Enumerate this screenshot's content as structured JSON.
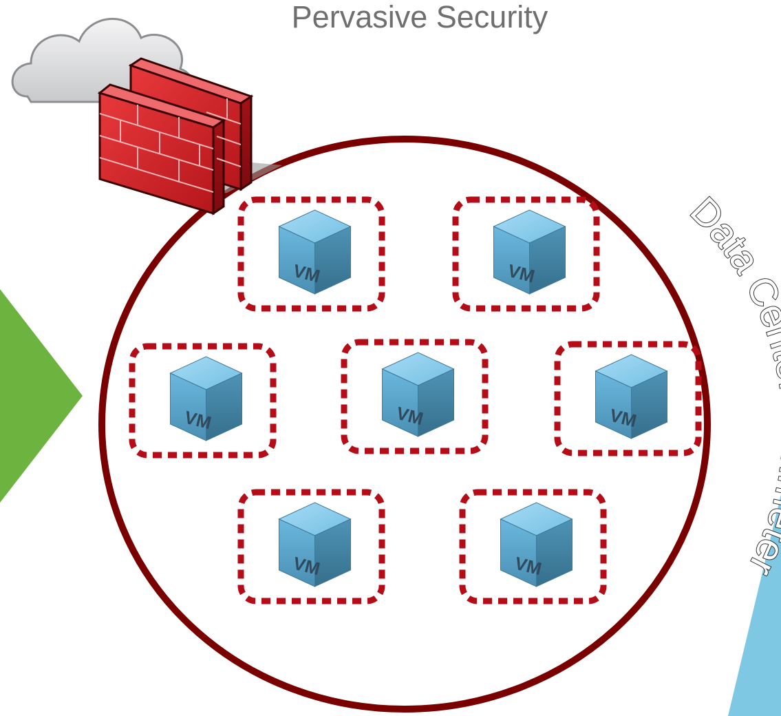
{
  "title": "Pervasive Security",
  "perimeter_label": "Data Center Perimeter",
  "vm_label": "VM",
  "colors": {
    "perimeter": "#7a0000",
    "micro_segment": "#b50d18",
    "green_arrow": "#6db33f",
    "blue_accent": "#7ec8e3",
    "vm_front": "#5aa6cc",
    "vm_side": "#3e7e9e",
    "vm_top": "#8dcdef",
    "firewall": "#d8282c",
    "cloud": "#d9dadc"
  },
  "icons": {
    "cloud": "cloud-icon",
    "firewall": "firewall-icon",
    "vm": "vm-cube-icon"
  },
  "vms": [
    {
      "id": "vm-1",
      "label": "VM"
    },
    {
      "id": "vm-2",
      "label": "VM"
    },
    {
      "id": "vm-3",
      "label": "VM"
    },
    {
      "id": "vm-4",
      "label": "VM"
    },
    {
      "id": "vm-5",
      "label": "VM"
    },
    {
      "id": "vm-6",
      "label": "VM"
    },
    {
      "id": "vm-7",
      "label": "VM"
    }
  ]
}
